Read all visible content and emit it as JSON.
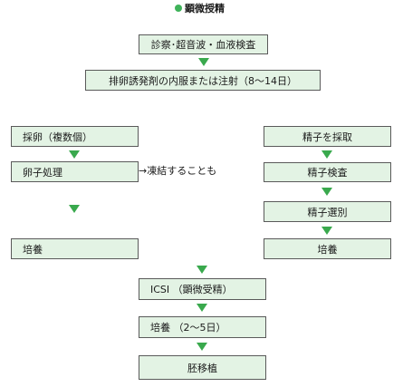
{
  "title": "顕微授精",
  "nodes": {
    "diagnosis": "診察･超音波・血液検査",
    "ovulation_drug": "排卵誘発剤の内服または注射（8～14日）",
    "egg_collection": "採卵（複数個）",
    "egg_processing": "卵子処理",
    "freeze_note": "→凍結することも",
    "culture_left": "培養",
    "sperm_collection": "精子を採取",
    "sperm_test": "精子検査",
    "sperm_selection": "精子選別",
    "culture_right": "培養",
    "icsi": "ICSI （顕微受精）",
    "culture_days": "培養 （2～5日）",
    "embryo_transfer": "胚移植"
  },
  "colors": {
    "box_fill": "#e3f3e4",
    "box_border": "#5a5a5a",
    "arrow": "#39a94d",
    "title_dot": "#3fb35a"
  }
}
